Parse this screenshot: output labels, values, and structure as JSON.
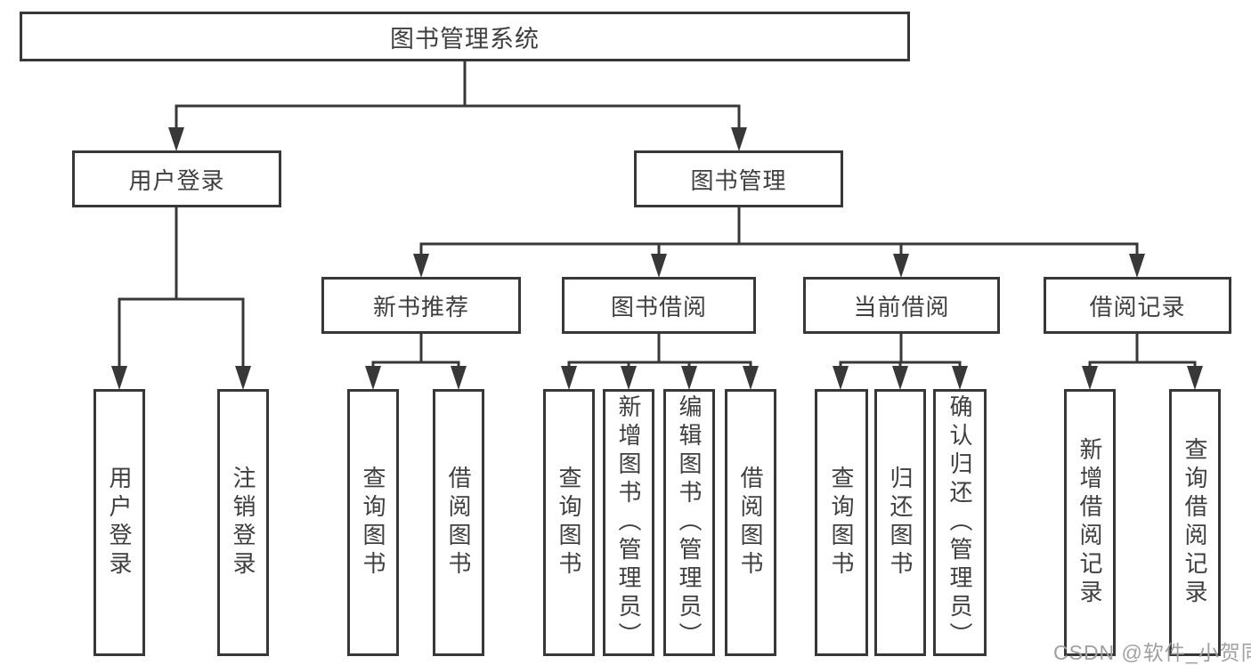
{
  "diagram": {
    "root": "图书管理系统",
    "level2": [
      "用户登录",
      "图书管理"
    ],
    "level3": [
      "新书推荐",
      "图书借阅",
      "当前借阅",
      "借阅记录"
    ],
    "leaves_user": [
      "用户登录",
      "注销登录"
    ],
    "leaves_newbook": [
      "查询图书",
      "借阅图书"
    ],
    "leaves_borrow": [
      "查询图书",
      "新增图书（管理员）",
      "编辑图书（管理员）",
      "借阅图书"
    ],
    "leaves_current": [
      "查询图书",
      "归还图书",
      "确认归还（管理员）"
    ],
    "leaves_record": [
      "新增借阅记录",
      "查询借阅记录"
    ]
  },
  "watermark": "CSDN @软件_小贺同学",
  "colors": {
    "line": "#383838",
    "text": "#3f3f3f",
    "watermark": "#a0a0a0",
    "background": "#ffffff"
  }
}
